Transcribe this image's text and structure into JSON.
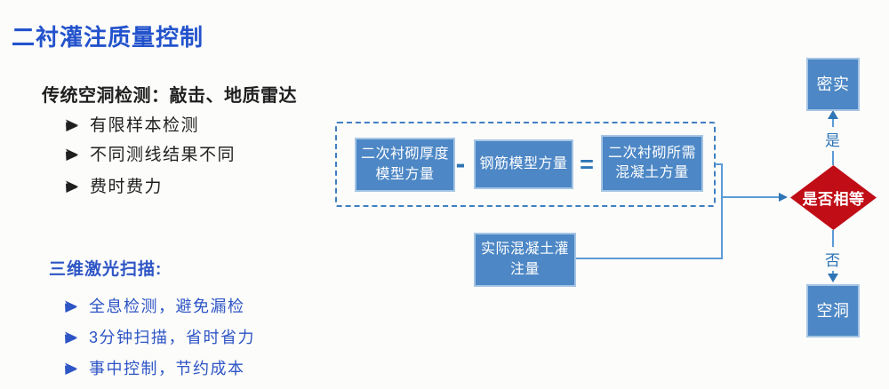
{
  "slide": {
    "title": "二衬灌注质量控制"
  },
  "traditional": {
    "heading": "传统空洞检测：敲击、地质雷达",
    "items": [
      "有限样本检测",
      "不同测线结果不同",
      "费时费力"
    ]
  },
  "laser": {
    "heading": "三维激光扫描:",
    "items": [
      "全息检测，避免漏检",
      "3分钟扫描，省时省力",
      "事中控制，节约成本"
    ]
  },
  "flowchart": {
    "model_box": {
      "line1": "二次衬砌厚度",
      "line2": "模型方量"
    },
    "minus_sign": "-",
    "rebar_box": {
      "line1": "钢筋模型方量"
    },
    "equals_sign": "=",
    "required_box": {
      "line1": "二次衬砌所需",
      "line2": "混凝土方量"
    },
    "actual_box": {
      "line1": "实际混凝土灌",
      "line2": "注量"
    },
    "decision_diamond": "是否相等",
    "yes_label": "是",
    "no_label": "否",
    "dense_box": "密实",
    "void_box": "空洞"
  },
  "colors": {
    "bg": "#fcfcfb",
    "title_blue": "#2353cc",
    "list_blue": "#2e55c5",
    "text_black": "#1f1f1f",
    "box_fill": "#4d87c5",
    "box_border": "#a5c5e4",
    "diamond_red": "#c00d16",
    "connector": "#2e75b6",
    "line_blue": "#5b9bd5",
    "dashed_border": "#3f7fc0"
  }
}
